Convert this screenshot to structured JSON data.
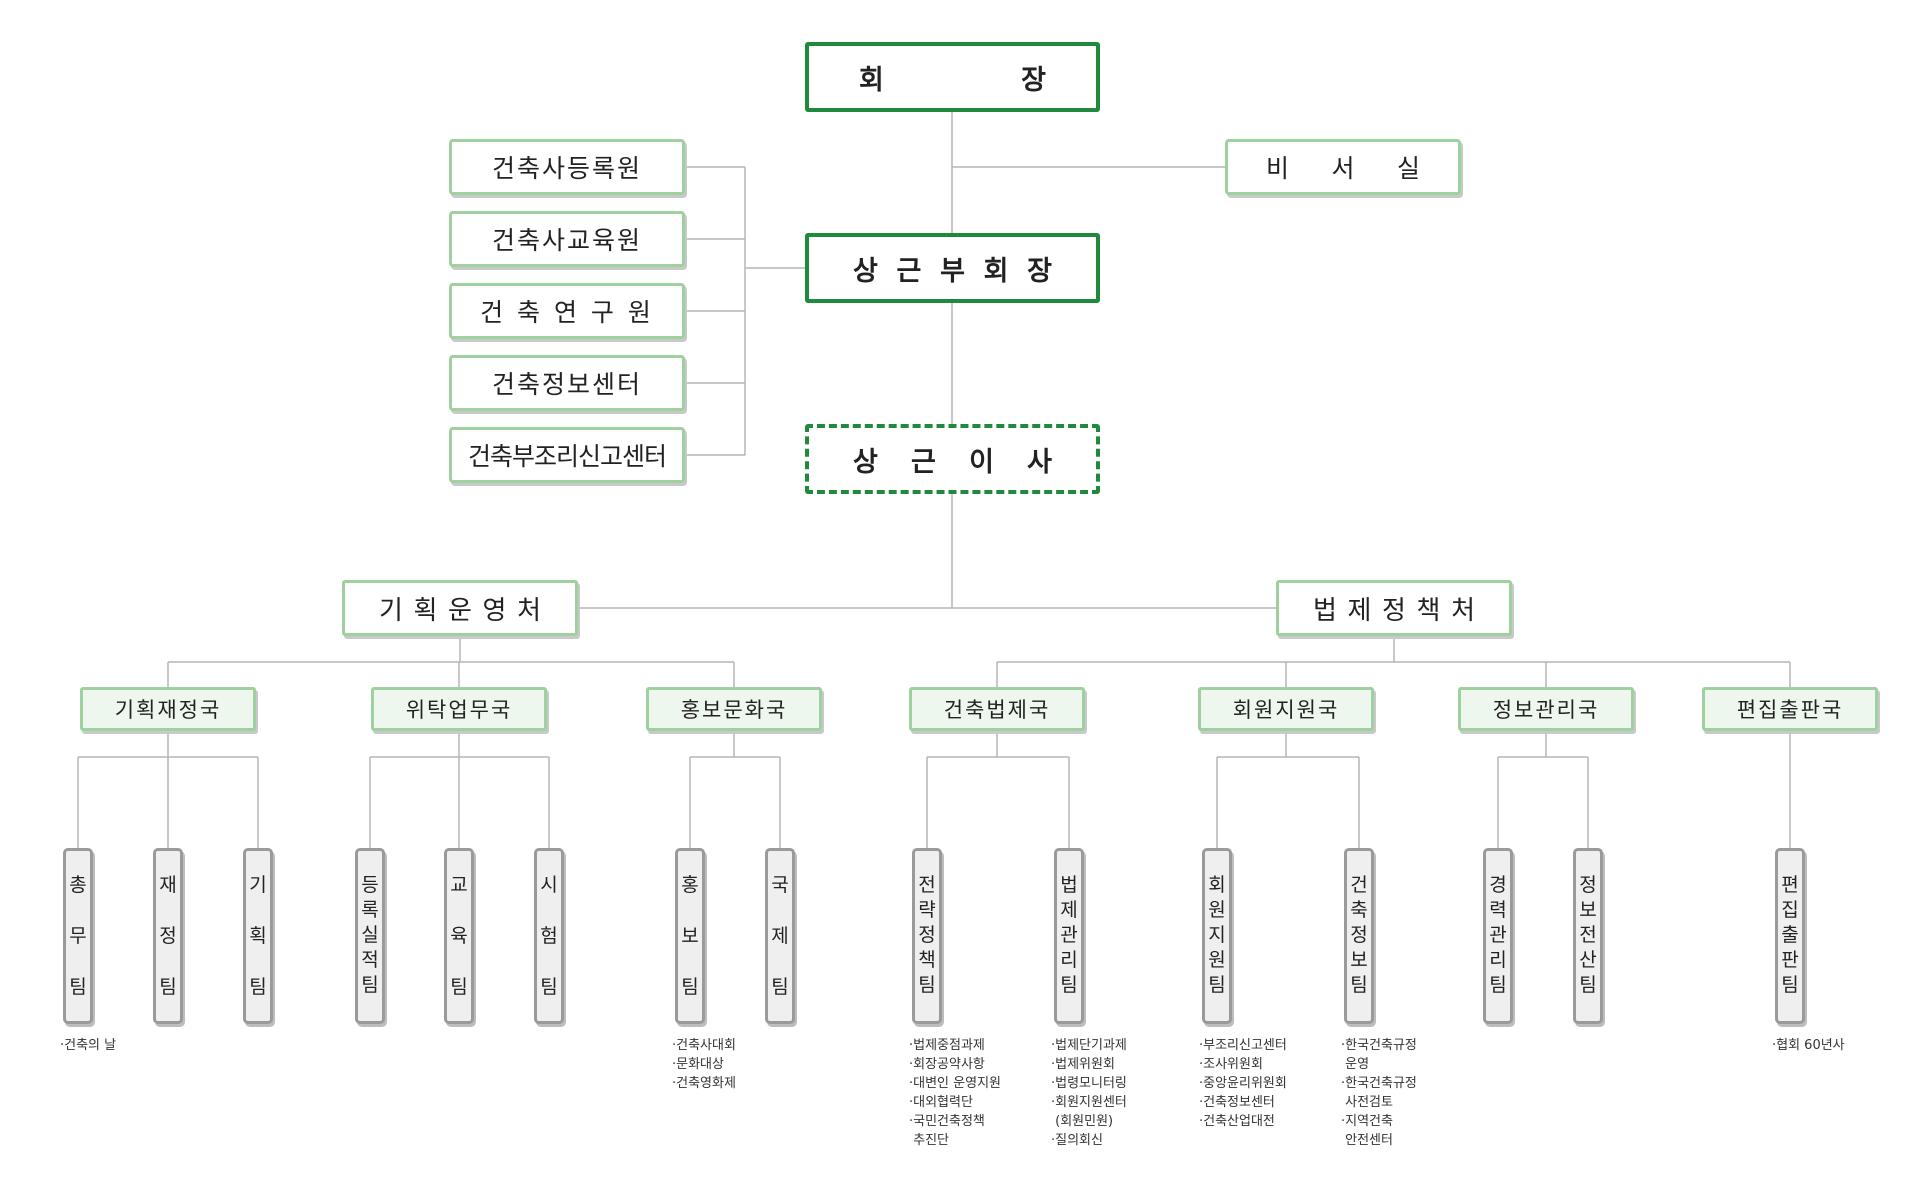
{
  "chairman": "회 장",
  "secretary": "비 서 실",
  "vice_chairman": "상 근 부 회 장",
  "executive_director": "상 근 이 사",
  "affiliates": [
    "건축사등록원",
    "건축사교육원",
    "건 축 연 구 원",
    "건축정보센터",
    "건축부조리신고센터"
  ],
  "divisions": [
    {
      "name": "기 획 운 영 처"
    },
    {
      "name": "법 제 정 책 처"
    }
  ],
  "bureaus": [
    "기획재정국",
    "위탁업무국",
    "홍보문화국",
    "건축법제국",
    "회원지원국",
    "정보관리국",
    "편집출판국"
  ],
  "teams": [
    {
      "name": "총무팀",
      "bureau": 0
    },
    {
      "name": "재정팀",
      "bureau": 0
    },
    {
      "name": "기획팀",
      "bureau": 0
    },
    {
      "name": "등록실적팀",
      "bureau": 1
    },
    {
      "name": "교육팀",
      "bureau": 1
    },
    {
      "name": "시험팀",
      "bureau": 1
    },
    {
      "name": "홍보팀",
      "bureau": 2
    },
    {
      "name": "국제팀",
      "bureau": 2
    },
    {
      "name": "전략정책팀",
      "bureau": 3
    },
    {
      "name": "법제관리팀",
      "bureau": 3
    },
    {
      "name": "회원지원팀",
      "bureau": 4
    },
    {
      "name": "건축정보팀",
      "bureau": 4
    },
    {
      "name": "경력관리팀",
      "bureau": 5
    },
    {
      "name": "정보전산팀",
      "bureau": 5
    },
    {
      "name": "편집출판팀",
      "bureau": 6
    }
  ],
  "notes": [
    {
      "team": 0,
      "lines": [
        "·건축의 날"
      ]
    },
    {
      "team": 6,
      "lines": [
        "·건축사대회",
        "·문화대상",
        "·건축영화제"
      ]
    },
    {
      "team": 8,
      "lines": [
        "·법제중점과제",
        "·회장공약사항",
        "·대변인 운영지원",
        "·대외협력단",
        "·국민건축정책",
        " 추진단"
      ]
    },
    {
      "team": 9,
      "lines": [
        "·법제단기과제",
        "·법제위원회",
        "·법령모니터링",
        "·회원지원센터",
        " (회원민원)",
        "·질의회신"
      ]
    },
    {
      "team": 10,
      "lines": [
        "·부조리신고센터",
        "·조사위원회",
        "·중앙윤리위원회",
        "·건축정보센터",
        "·건축산업대전"
      ]
    },
    {
      "team": 11,
      "lines": [
        "·한국건축규정",
        " 운영",
        "·한국건축규정",
        " 사전검토",
        "·지역건축",
        " 안전센터"
      ]
    },
    {
      "team": 14,
      "lines": [
        "·협회 60년사"
      ]
    }
  ],
  "colors": {
    "leader_border": "#1f8a3c",
    "unit_border": "#9fd09f",
    "bureau_fill": "#eef7ee",
    "team_border": "#9a9a9a",
    "team_fill": "#efefef",
    "line": "#b5b5b5"
  }
}
